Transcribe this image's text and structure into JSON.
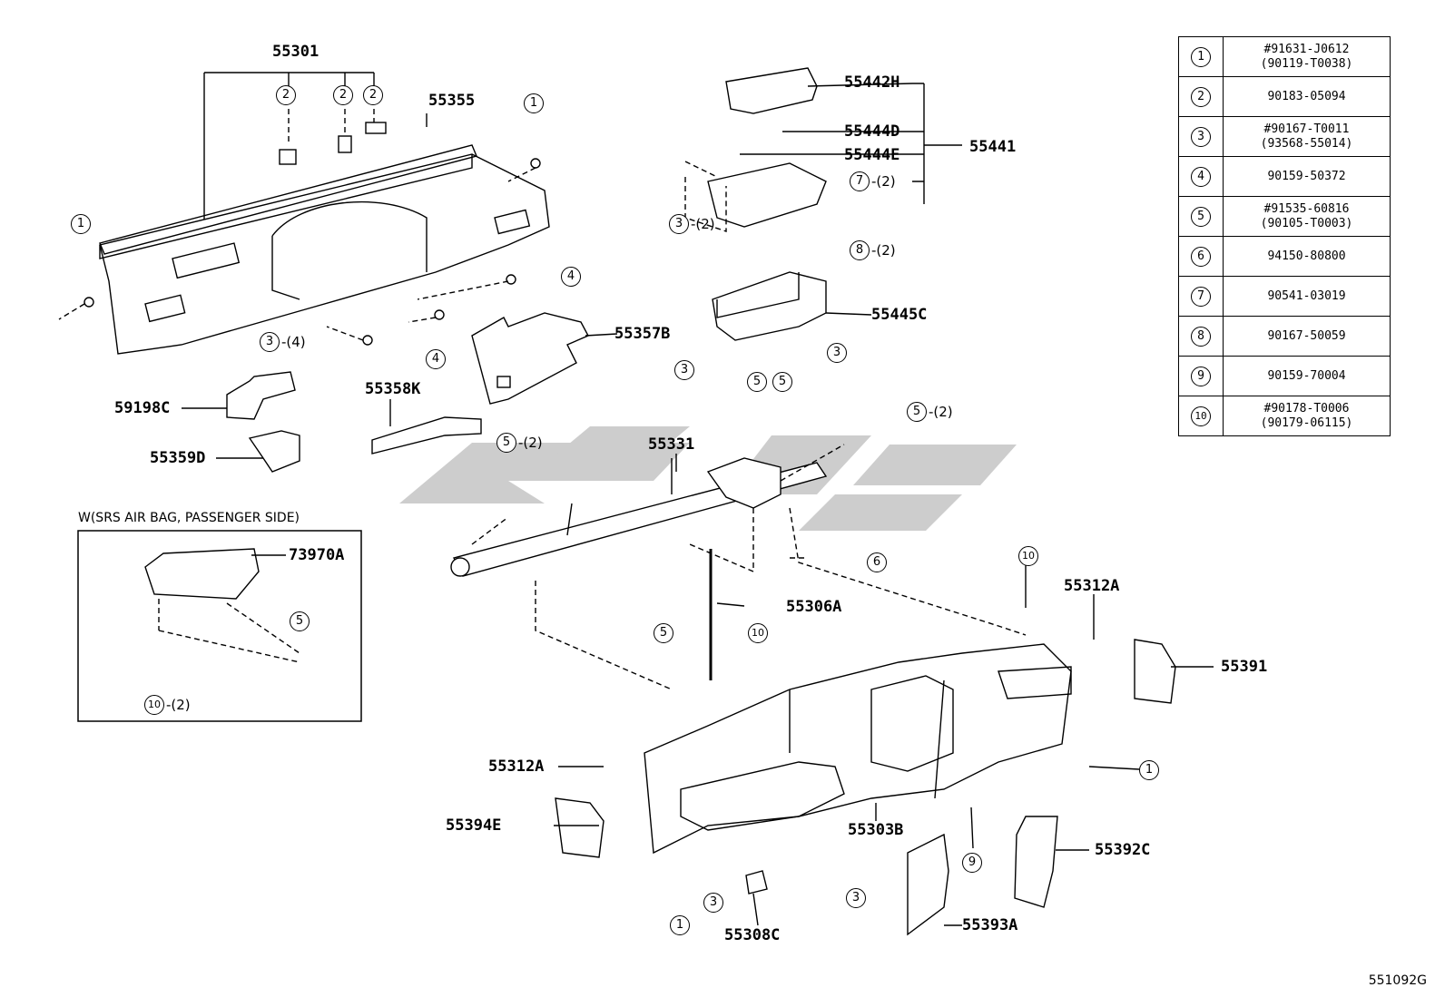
{
  "parts": {
    "p55301": "55301",
    "p55355": "55355",
    "p55442H": "55442H",
    "p55444D": "55444D",
    "p55444E": "55444E",
    "p55441": "55441",
    "p55445C": "55445C",
    "p55357B": "55357B",
    "p59198C": "59198C",
    "p55358K": "55358K",
    "p55359D": "55359D",
    "p55331": "55331",
    "p73970A": "73970A",
    "p55306A": "55306A",
    "p55312A_top": "55312A",
    "p55391": "55391",
    "p55312A_left": "55312A",
    "p55394E": "55394E",
    "p55303B": "55303B",
    "p55392C": "55392C",
    "p55308C": "55308C",
    "p55393A": "55393A"
  },
  "inset_title": "W(SRS AIR BAG, PASSENGER SIDE)",
  "footer_code": "551092G",
  "callouts": {
    "c1": "1",
    "c2": "2",
    "c3": "3",
    "c4": "4",
    "c5": "5",
    "c6": "6",
    "c7": "7",
    "c8": "8",
    "c9": "9",
    "c10": "10",
    "q2": "-(2)",
    "q4": "-(4)"
  },
  "legend": [
    {
      "num": "1",
      "lines": [
        "#91631-J0612",
        "(90119-T0038)"
      ]
    },
    {
      "num": "2",
      "lines": [
        "90183-05094"
      ]
    },
    {
      "num": "3",
      "lines": [
        "#90167-T0011",
        "(93568-55014)"
      ]
    },
    {
      "num": "4",
      "lines": [
        "90159-50372"
      ]
    },
    {
      "num": "5",
      "lines": [
        "#91535-60816",
        "(90105-T0003)"
      ]
    },
    {
      "num": "6",
      "lines": [
        "94150-80800"
      ]
    },
    {
      "num": "7",
      "lines": [
        "90541-03019"
      ]
    },
    {
      "num": "8",
      "lines": [
        "90167-50059"
      ]
    },
    {
      "num": "9",
      "lines": [
        "90159-70004"
      ]
    },
    {
      "num": "10",
      "lines": [
        "#90178-T0006",
        "(90179-06115)"
      ]
    }
  ]
}
